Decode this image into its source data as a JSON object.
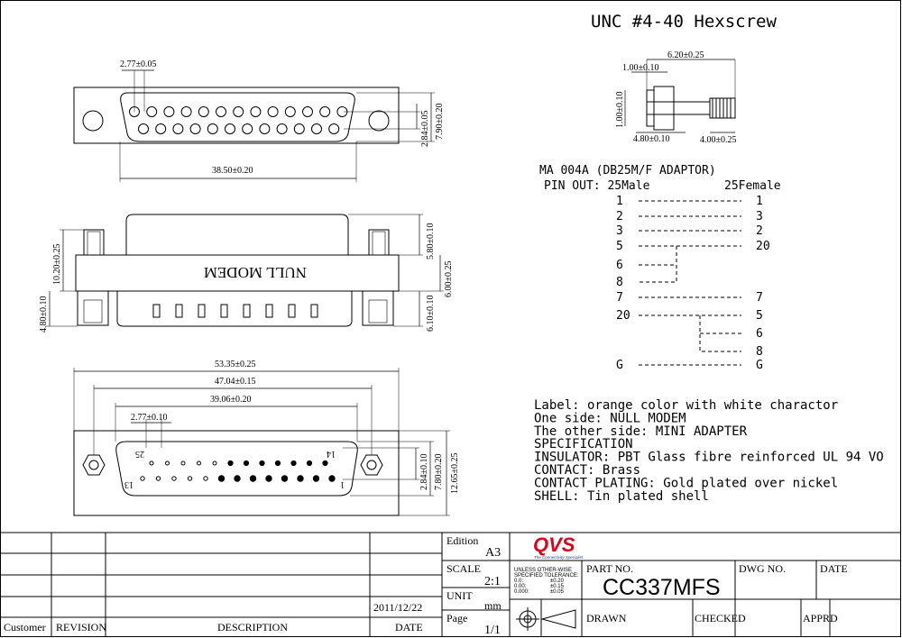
{
  "hexscrew": {
    "title": "UNC #4-40 Hexscrew",
    "dim_total": "6.20±0.25",
    "dim_head_len": "1.00±0.10",
    "dim_head_h": "1.00±0.10",
    "dim_body": "4.80±0.10",
    "dim_thread": "4.00±0.25"
  },
  "front_view": {
    "pitch": "2.77±0.05",
    "width": "38.50±0.20",
    "row_gap": "2.84±0.05",
    "height": "7.90±0.20"
  },
  "side_view": {
    "label": "NULL MODEM",
    "dim_top": "5.80±0.10",
    "dim_left_total": "10.20±0.25",
    "dim_left_bottom": "4.80±0.10",
    "dim_right_flange": "6.00±0.25",
    "dim_right_bottom": "6.10±0.10"
  },
  "rear_view": {
    "overall": "53.35±0.25",
    "mount": "47.04±0.15",
    "shell": "39.06±0.20",
    "pitch": "2.77±0.10",
    "row_gap": "2.84±0.10",
    "shell_h": "7.80±0.20",
    "flange_h": "12.65±0.25",
    "pin_25": "25",
    "pin_14": "14",
    "pin_13": "13",
    "pin_1": "1"
  },
  "pinout": {
    "title": "MA 004A (DB25M/F ADAPTOR)",
    "header_left": "PIN OUT: 25Male",
    "header_right": "25Female",
    "rows": [
      {
        "left": "1",
        "right": "1"
      },
      {
        "left": "2",
        "right": "3"
      },
      {
        "left": "3",
        "right": "2"
      },
      {
        "left": "5",
        "right": "20"
      },
      {
        "left": "6",
        "right": ""
      },
      {
        "left": "8",
        "right": ""
      },
      {
        "left": "7",
        "right": "7"
      },
      {
        "left": "20",
        "right": "5"
      },
      {
        "left": "",
        "right": "6"
      },
      {
        "left": "",
        "right": "8"
      },
      {
        "left": "G",
        "right": "G"
      }
    ]
  },
  "specs": [
    "Label: orange color with white charactor",
    "One side: NULL MODEM",
    "The other side: MINI ADAPTER",
    "SPECIFICATION",
    "INSULATOR: PBT Glass fibre reinforced UL 94 VO",
    "CONTACT: Brass",
    "CONTACT PLATING: Gold plated over nickel",
    "SHELL: Tin plated shell"
  ],
  "title_block": {
    "customer": "Customer",
    "revision": "REVISION",
    "description": "DESCRIPTION",
    "date_label": "DATE",
    "date_value": "2011/12/22",
    "edition_label": "Edition",
    "edition_value": "A3",
    "scale_label": "SCALE",
    "scale_value": "2:1",
    "unit_label": "UNIT",
    "unit_value": "mm",
    "page_label": "Page",
    "page_value": "1/1",
    "logo": "QVS",
    "logo_tag": "The Connectivity Specialist",
    "tolerance": [
      "UNLESS OTHER-WISE",
      "SPECIFIED TOLERANCE:",
      "0.0:",
      "0.00:",
      "0.000:"
    ],
    "tolerance_values": [
      "±0.20",
      "±0.15",
      "±0.05"
    ],
    "part_no_label": "PART NO.",
    "part_no": "CC337MFS",
    "dwg_no_label": "DWG NO.",
    "date2_label": "DATE",
    "drawn_label": "DRAWN",
    "checked_label": "CHECKED",
    "apprd_label": "APPRD"
  },
  "colors": {
    "logo_red": "#e0001b",
    "logo_blue": "#1a3aa0"
  }
}
